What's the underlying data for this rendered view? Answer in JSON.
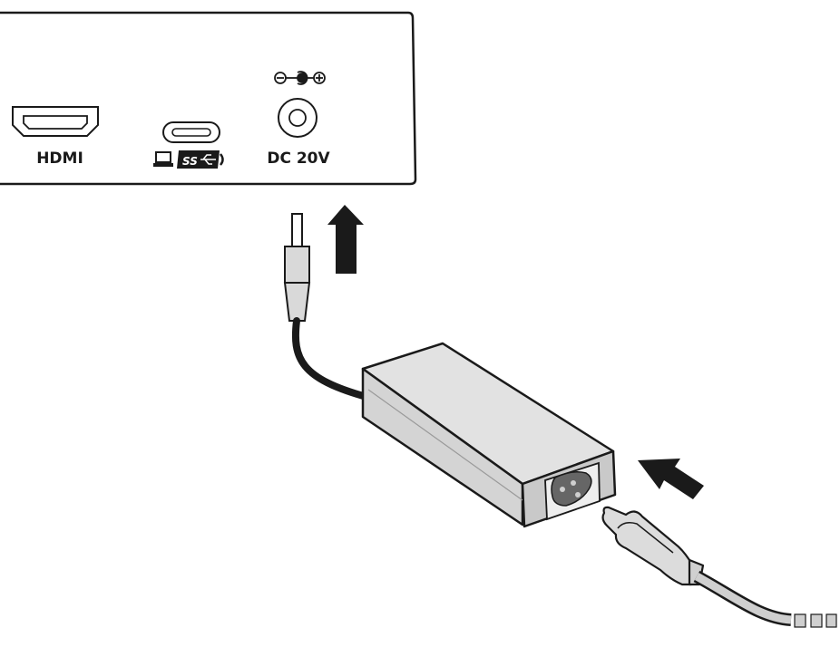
{
  "ports": {
    "hdmi_label": "HDMI",
    "usb_label": "SS",
    "dc_label": "DC 20V"
  },
  "polarity": {
    "minus": "⊖",
    "plus": "⊕"
  },
  "colors": {
    "outline": "#1a1a1a",
    "adapter_top": "#e2e2e2",
    "adapter_front": "#d4d4d4",
    "adapter_side": "#c6c6c6",
    "cable": "#1a1a1a",
    "power_cord": "#cfcfcf",
    "arrow": "#1a1a1a"
  },
  "icons": [
    "hdmi-port-icon",
    "usb-c-port-icon",
    "laptop-icon",
    "dc-jack-icon",
    "polarity-icon",
    "arrow-up-icon",
    "arrow-left-icon"
  ]
}
